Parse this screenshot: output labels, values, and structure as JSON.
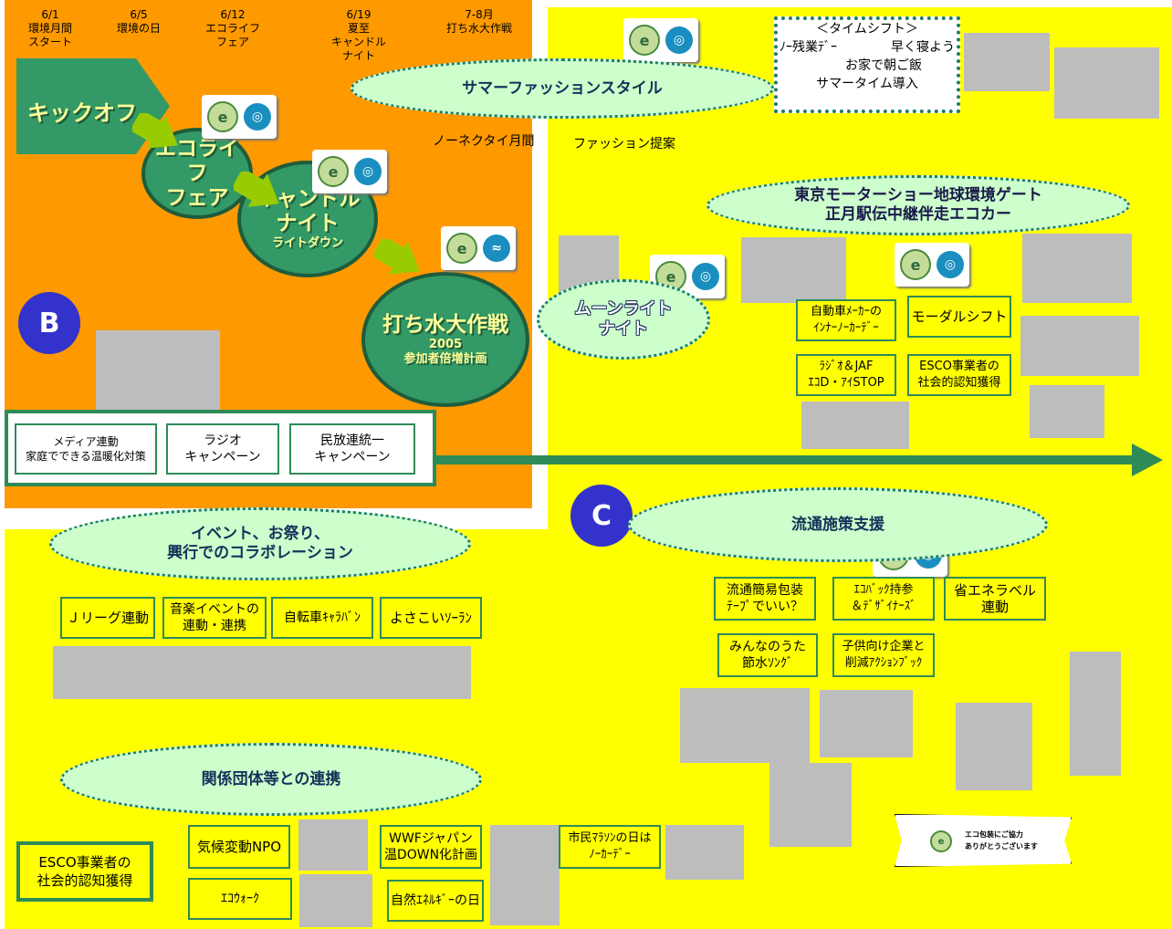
{
  "colors": {
    "orange": "#ff9900",
    "yellow": "#ffff00",
    "green": "#339966",
    "dark_green": "#1e5c3c",
    "text_yellow": "#ffff99",
    "badge_blue": "#3333cc",
    "ellipse_fill": "#ccffcc",
    "arrow_green": "#2e8b57"
  },
  "timeline": {
    "dates": [
      {
        "text": "6/1\n環境月間\nスタート"
      },
      {
        "text": "6/5\n環境の日"
      },
      {
        "text": "6/12\nエコライフ\nフェア"
      },
      {
        "text": "6/19\n夏至\nキャンドル\nナイト"
      },
      {
        "text": "7-8月\n打ち水大作戦"
      }
    ],
    "kickoff": "キックオフ",
    "ecolife": [
      "エコライフ",
      "フェア"
    ],
    "candle": {
      "line1": "キャンドル",
      "line2": "ナイト",
      "sub": "ライトダウン"
    },
    "uchimizu": {
      "title": "打ち水大作戦",
      "year": "2005",
      "sub": "参加者倍増計画"
    }
  },
  "badges": {
    "b": "B",
    "c": "C"
  },
  "icons": {
    "logo_glyph": "eco-logo-icon",
    "arrow": "green-arrow-icon",
    "photo": "photo-placeholder"
  },
  "media": {
    "box1": [
      "メディア連動",
      "家庭でできる温暖化対策"
    ],
    "box2": [
      "ラジオ",
      "キャンペーン"
    ],
    "box3": [
      "民放連統一",
      "キャンペーン"
    ]
  },
  "summer": {
    "ellipse": "サマーファッションスタイル",
    "label_nonecktie": "ノーネクタイ月間",
    "label_fashion": "ファッション提案"
  },
  "timeshift": {
    "title": "＜タイムシフト＞",
    "line2_left": "ﾉｰ残業ﾃﾞｰ",
    "line2_right": "早く寝よう",
    "line3": "お家で朝ご飯",
    "line4": "サマータイム導入"
  },
  "motor": {
    "ellipse_line1": "東京モーターショー地球環境ゲート",
    "ellipse_line2": "正月駅伝中継伴走エコカー",
    "moonlight": [
      "ムーンライト",
      "ナイト"
    ],
    "box_automaker": [
      "自動車ﾒｰｶｰの",
      "ｲﾝﾅｰﾉｰｶｰﾃﾞｰ"
    ],
    "box_modal": "モーダルシフト",
    "box_radio": [
      "ﾗｼﾞｵ＆JAF",
      "ｴｺD・ｱｲSTOP"
    ],
    "box_esco": [
      "ESCO事業者の",
      "社会的認知獲得"
    ]
  },
  "distribution": {
    "ellipse": "流通施策支援",
    "box_packaging": [
      "流通簡易包装",
      "ﾃｰﾌﾟでいい？"
    ],
    "box_ecobag": [
      "ｴｺﾊﾞｯｸ持参",
      "＆ﾃﾞｻﾞｲﾅｰｽﾞ"
    ],
    "box_label": [
      "省エネラベル",
      "連動"
    ],
    "box_song": [
      "みんなのうた",
      "節水ｿﾝｸﾞ"
    ],
    "box_kids": [
      "子供向け企業と",
      "削減ｱｸｼｮﾝﾌﾞｯｸ"
    ],
    "thanks": [
      "エコ包装にご協力",
      "ありがとうございます"
    ]
  },
  "events": {
    "ellipse_line1": "イベント、お祭り、",
    "ellipse_line2": "興行でのコラボレーション",
    "box_jleague": "Ｊリーグ連動",
    "box_music": [
      "音楽イベントの",
      "連動・連携"
    ],
    "box_bike": "自転車ｷｬﾗﾊﾞﾝ",
    "box_yosakoi": "よさこいｿｰﾗﾝ"
  },
  "orgs": {
    "ellipse": "関係団体等との連携",
    "box_esco": [
      "ESCO事業者の",
      "社会的認知獲得"
    ],
    "box_npo": "気候変動NPO",
    "box_wwf": [
      "WWFジャパン",
      "温DOWN化計画"
    ],
    "box_marathon": [
      "市民ﾏﾗｿﾝの日は",
      "ﾉｰｶｰﾃﾞｰ"
    ],
    "box_ecowalk": "ｴｺｳｫｰｸ",
    "box_energy": "自然ｴﾈﾙｷﾞｰの日"
  }
}
